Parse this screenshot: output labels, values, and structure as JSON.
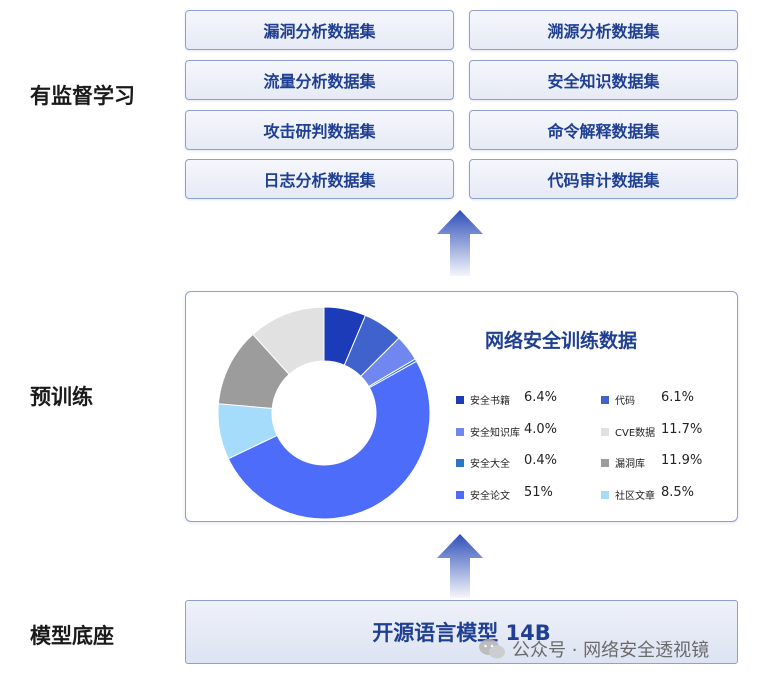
{
  "stages": {
    "supervised": "有监督学习",
    "pretrain": "预训练",
    "base": "模型底座"
  },
  "datasets": {
    "left": [
      "漏洞分析数据集",
      "流量分析数据集",
      "攻击研判数据集",
      "日志分析数据集"
    ],
    "right": [
      "溯源分析数据集",
      "安全知识数据集",
      "命令解释数据集",
      "代码审计数据集"
    ]
  },
  "chart_data": {
    "type": "pie",
    "donut": true,
    "title": "网络安全训练数据",
    "slices": [
      {
        "label": "安全书籍",
        "value": 6.4,
        "value_text": "6.4%",
        "color": "#1b3bb8"
      },
      {
        "label": "代码",
        "value": 6.1,
        "value_text": "6.1%",
        "color": "#3f62cc"
      },
      {
        "label": "安全知识库",
        "value": 4.0,
        "value_text": "4.0%",
        "color": "#6f87ee"
      },
      {
        "label": "安全大全",
        "value": 0.4,
        "value_text": "0.4%",
        "color": "#2e74c6"
      },
      {
        "label": "安全论文",
        "value": 51,
        "value_text": "51%",
        "color": "#4c6cf9"
      },
      {
        "label": "社区文章",
        "value": 8.5,
        "value_text": "8.5%",
        "color": "#a6dcfb"
      },
      {
        "label": "漏洞库",
        "value": 11.9,
        "value_text": "11.9%",
        "color": "#9c9c9c"
      },
      {
        "label": "CVE数据",
        "value": 11.7,
        "value_text": "11.7%",
        "color": "#e1e1e1"
      }
    ]
  },
  "base_model": {
    "label": "开源语言模型 14B"
  },
  "watermark": {
    "text": "公众号 · 网络安全透视镜"
  }
}
